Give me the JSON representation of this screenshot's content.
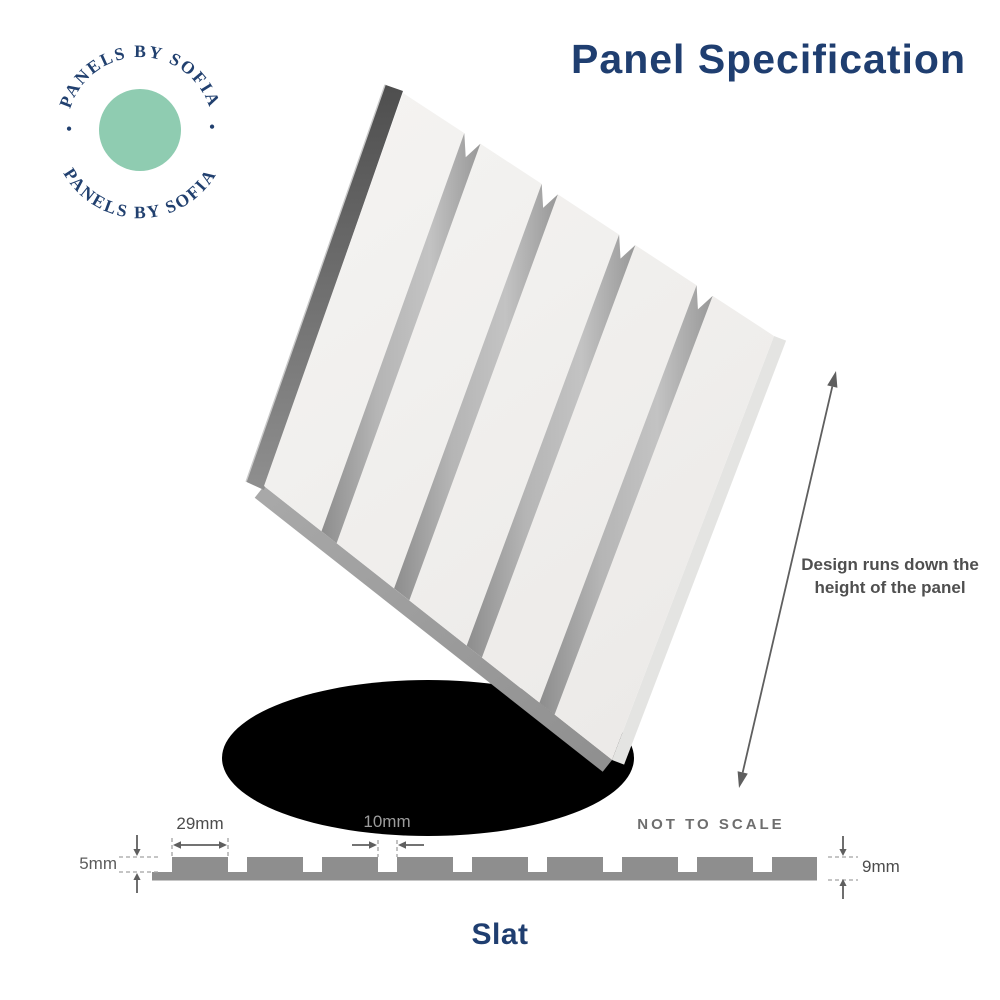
{
  "header": {
    "title": "Panel Specification"
  },
  "logo": {
    "arc_text_top": "PANELS BY SOFIA",
    "arc_text_bottom": "PANELS BY SOFIA",
    "dot": "•",
    "circle_color": "#8fccb1",
    "text_color": "#21406f"
  },
  "render": {
    "slat_count": 5,
    "groove_count": 4,
    "annotation_line1": "Design runs down the",
    "annotation_line2": "height of the panel"
  },
  "cross_section": {
    "note": "NOT TO SCALE",
    "caption": "Slat",
    "dim_slat_width": "29mm",
    "dim_gap_width": "10mm",
    "dim_slat_height": "5mm",
    "dim_total_thickness": "9mm",
    "profile_color": "#8e8e8e"
  },
  "colors": {
    "navy": "#1f3e70",
    "logo_green": "#8fccb1",
    "annotation_gray": "#4f4f4f",
    "dimension_gray": "#5f5f5f",
    "profile_gray": "#8e8e8e"
  }
}
